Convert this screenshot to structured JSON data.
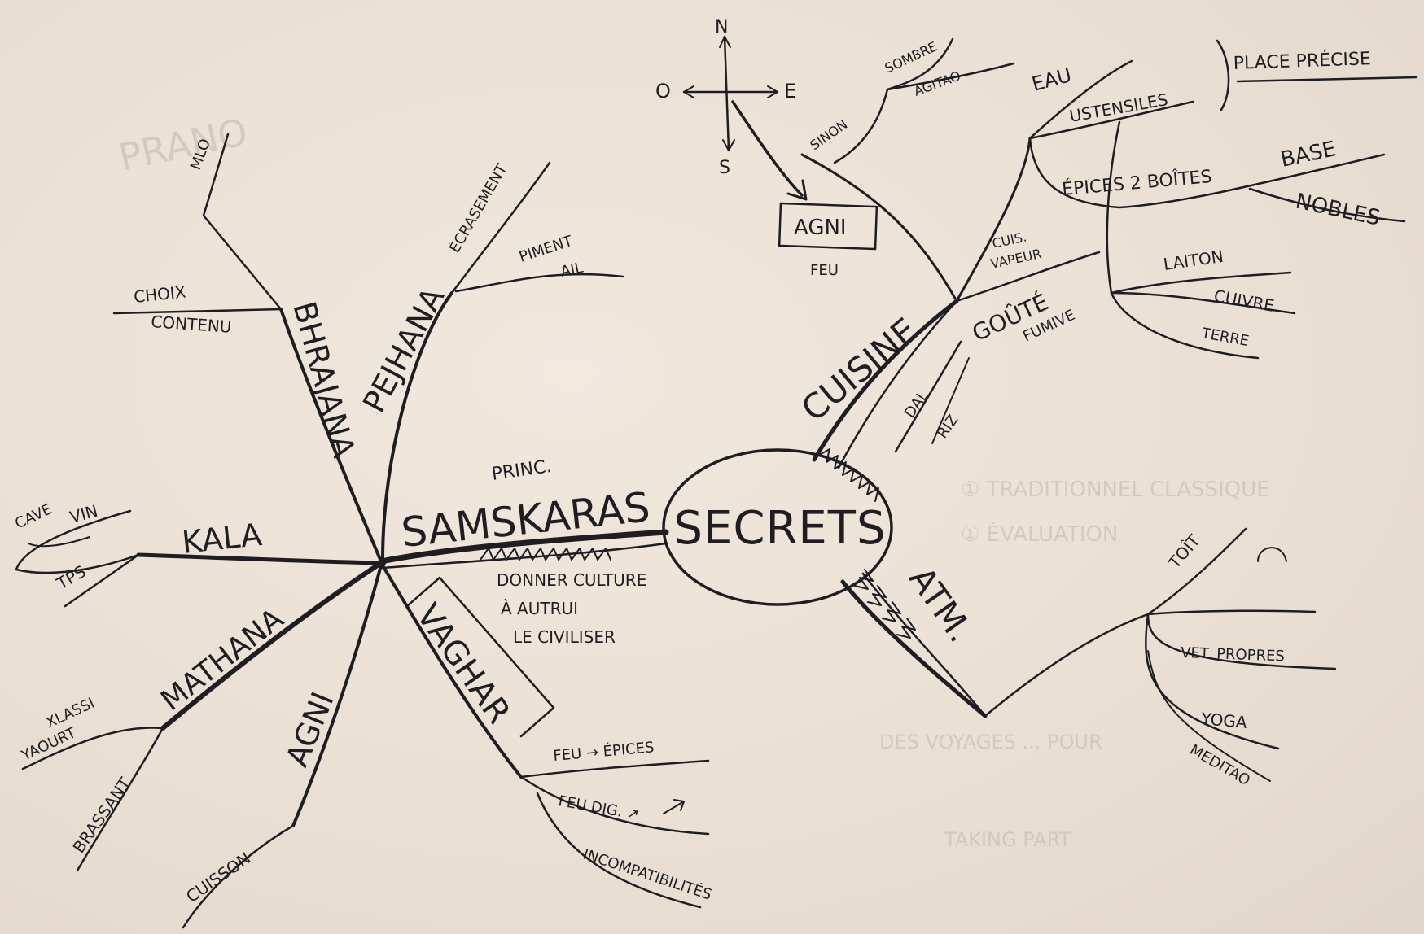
{
  "center": "SECRETS",
  "root": {
    "label": "SAMSKARAS",
    "note": "PRINC.",
    "subtext": [
      "DONNER CULTURE",
      "À AUTRUI",
      "LE CIVILISER"
    ]
  },
  "branches": {
    "bhrajana": {
      "label": "BHRAJANA",
      "sub": [
        "MLO",
        "CHOIX",
        "CONTENU"
      ]
    },
    "pejhana": {
      "label": "PEJHANA",
      "sub": [
        "ÉCRASEMENT",
        "PIMENT",
        "AIL"
      ]
    },
    "kala": {
      "label": "KALA",
      "sub": [
        "CAVE",
        "VIN",
        "TPS"
      ]
    },
    "mathana": {
      "label": "MATHANA",
      "sub": [
        "XLASSI",
        "YAOURT",
        "BRASSANT"
      ]
    },
    "agni_branch": {
      "label": "AGNI",
      "sub": [
        "CUISSON"
      ]
    },
    "vaghar": {
      "label": "VAGHAR",
      "sub": [
        "FEU → ÉPICES",
        "FEU DIG. ↗",
        "INCOMPATIBILITÉS"
      ]
    },
    "cuisine": {
      "label": "CUISINE",
      "sub": [
        "DAL",
        "RIZ",
        "GOÛTÉ",
        "FUMIVE",
        "CUIS.",
        "VAPEUR",
        "EAU",
        "USTENSILES",
        "PLACE PRÉCISE",
        "ÉPICES 2 BOÎTES",
        "BASE",
        "NOBLES",
        "LAITON",
        "CUIVRE",
        "TERRE"
      ]
    },
    "atm": {
      "label": "ATM.",
      "sub": [
        "TOÎT",
        "VET. PROPRES",
        "YOGA",
        "MEDITAO"
      ]
    }
  },
  "compass": {
    "n": "N",
    "s": "S",
    "e": "E",
    "o": "O",
    "agni": "AGNI",
    "feu": "FEU",
    "sub": [
      "SINON",
      "SOMBRE",
      "AGITAO"
    ]
  }
}
